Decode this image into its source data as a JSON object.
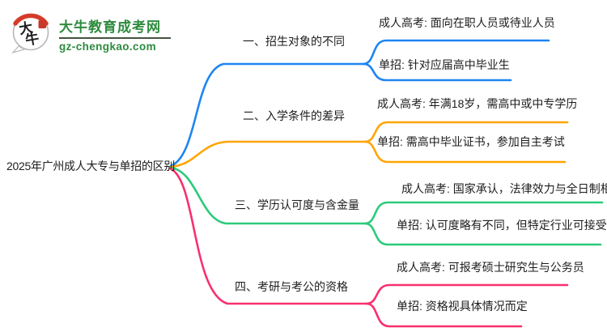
{
  "logo": {
    "icon_text_top": "大",
    "icon_text_bottom": "牛",
    "title": "大牛教育成考网",
    "domain": "gz-chengkao.com",
    "brand_green": "#2e8b3e",
    "seal_red": "#c6392b"
  },
  "root": {
    "label": "2025年广州成人大专与单招的区别"
  },
  "branches": [
    {
      "label": "一、招生对象的不同",
      "color": "#1e85f2",
      "children": [
        {
          "label": "成人高考: 面向在职人员或待业人员"
        },
        {
          "label": "单招: 针对应届高中毕业生"
        }
      ]
    },
    {
      "label": "二、入学条件的差异",
      "color": "#ffa502",
      "children": [
        {
          "label": "成人高考: 年满18岁，需高中或中专学历"
        },
        {
          "label": "单招: 需高中毕业证书，参加自主考试"
        }
      ]
    },
    {
      "label": "三、学历认可度与含金量",
      "color": "#2bcb7a",
      "children": [
        {
          "label": "成人高考: 国家承认，法律效力与全日制相同"
        },
        {
          "label": "单招: 认可度略有不同，但特定行业可接受"
        }
      ]
    },
    {
      "label": "四、考研与考公的资格",
      "color": "#f8306e",
      "children": [
        {
          "label": "成人高考: 可报考硕士研究生与公务员"
        },
        {
          "label": "单招: 资格视具体情况而定"
        }
      ]
    }
  ]
}
